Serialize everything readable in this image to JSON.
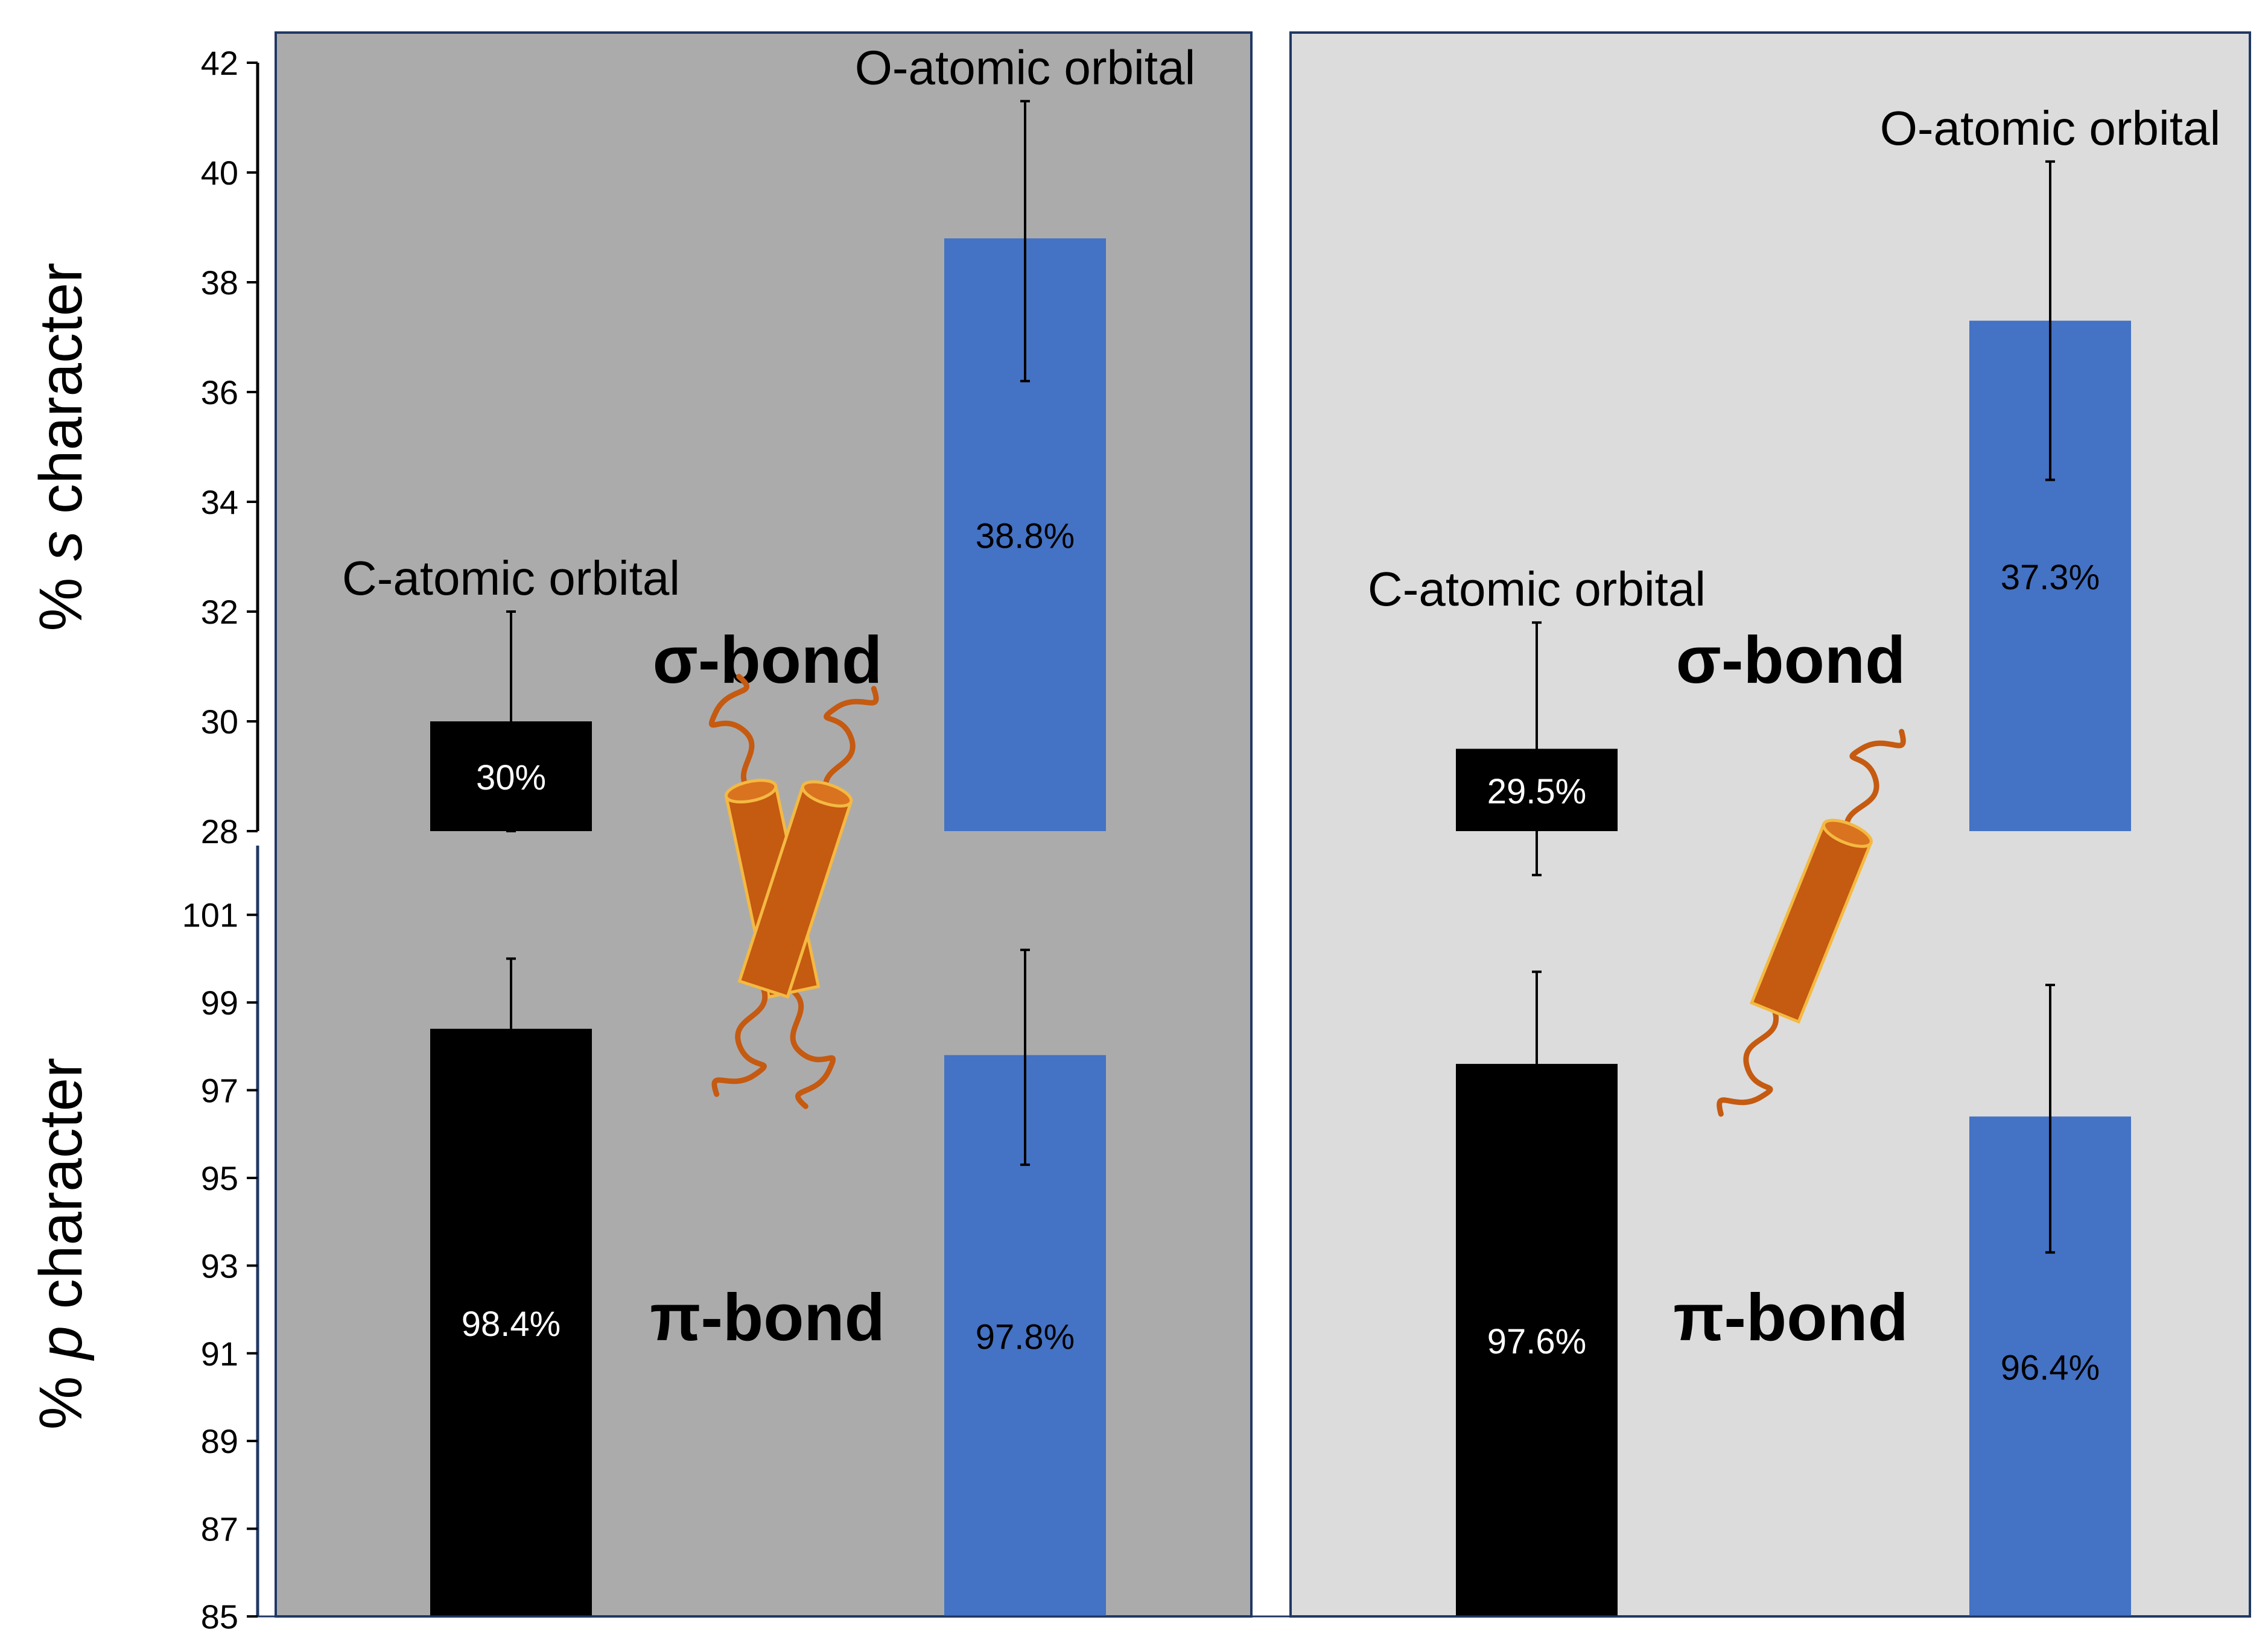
{
  "chart_data": {
    "type": "bar",
    "y_axes": [
      {
        "label_prefix": "% ",
        "label_italic": "s",
        "label_suffix": " character",
        "ylim": [
          28,
          42
        ],
        "ticks": [
          28,
          30,
          32,
          34,
          36,
          38,
          40,
          42
        ]
      },
      {
        "label_prefix": "% ",
        "label_italic": "p",
        "label_suffix": " character",
        "ylim": [
          85,
          102
        ],
        "ticks": [
          85,
          87,
          89,
          91,
          93,
          95,
          97,
          99,
          101
        ]
      }
    ],
    "colors": {
      "c_atom": "#000000",
      "o_atom": "#4472C4",
      "panel_left_bg": "#ACABAC",
      "panel_right_bg": "#DCDCDC",
      "helix": "#C55A11",
      "helix_outline": "#F4B942"
    },
    "panels": [
      {
        "sigma_label": "σ-bond",
        "pi_label": "π-bond",
        "helix_icon": "two-crossed-helix-cylinders",
        "s_bars": [
          {
            "atom_label": "C-atomic orbital",
            "value": 30,
            "err_low": 28,
            "err_high": 32,
            "value_label": "30%",
            "color": "#000000"
          },
          {
            "atom_label": "O-atomic orbital",
            "value": 38.8,
            "err_low": 36.2,
            "err_high": 41.3,
            "value_label": "38.8%",
            "color": "#4472C4"
          }
        ],
        "p_bars": [
          {
            "value": 98.4,
            "err_low": 98.4,
            "err_high": 100.0,
            "value_label": "98.4%",
            "color": "#000000"
          },
          {
            "value": 97.8,
            "err_low": 95.3,
            "err_high": 100.2,
            "value_label": "97.8%",
            "color": "#4472C4"
          }
        ]
      },
      {
        "sigma_label": "σ-bond",
        "pi_label": "π-bond",
        "helix_icon": "single-helix-cylinder",
        "s_bars": [
          {
            "atom_label": "C-atomic orbital",
            "value": 29.5,
            "err_low": 27.2,
            "err_high": 31.8,
            "value_label": "29.5%",
            "color": "#000000"
          },
          {
            "atom_label": "O-atomic orbital",
            "value": 37.3,
            "err_low": 34.4,
            "err_high": 40.2,
            "value_label": "37.3%",
            "color": "#4472C4"
          }
        ],
        "p_bars": [
          {
            "value": 97.6,
            "err_low": 97.6,
            "err_high": 99.7,
            "value_label": "97.6%",
            "color": "#000000"
          },
          {
            "value": 96.4,
            "err_low": 93.3,
            "err_high": 99.4,
            "value_label": "96.4%",
            "color": "#4472C4"
          }
        ]
      }
    ]
  }
}
